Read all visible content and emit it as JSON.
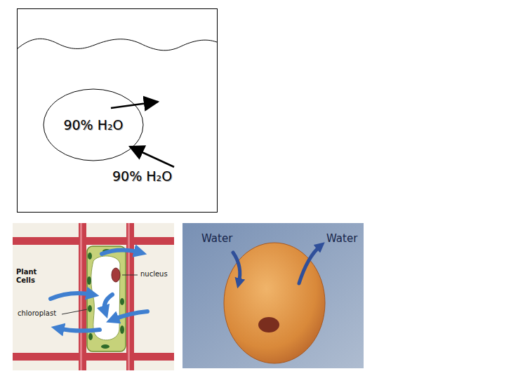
{
  "diagram": {
    "nodes": [
      {
        "text": [
          "90% H₂O"
        ]
      }
    ],
    "labels": [
      "90% H₂O",
      "Plant Cells",
      "nucleus",
      "chloroplast",
      "Water",
      "Water"
    ]
  }
}
